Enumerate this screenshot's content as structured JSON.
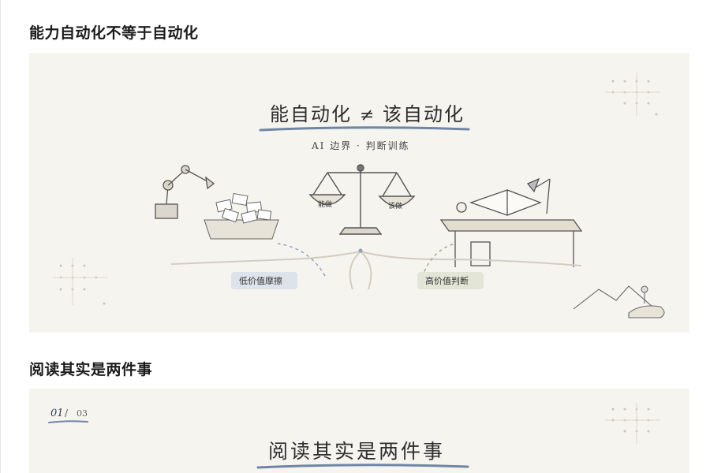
{
  "sections": [
    {
      "heading": "能力自动化不等于自动化",
      "illustration": {
        "title_left": "能自动化",
        "neq": "≠",
        "title_right": "该自动化",
        "subtitle": "AI 边界 · 判断训练",
        "scale_left_label": "能做",
        "scale_right_label": "该做",
        "left_path_label": "低价值摩擦",
        "right_path_label": "高价值判断"
      }
    },
    {
      "heading": "阅读其实是两件事",
      "illustration": {
        "page_current": "01",
        "page_sep": " / ",
        "page_total": "03",
        "title": "阅读其实是两件事"
      }
    }
  ],
  "colors": {
    "card_bg": "#f6f4ef",
    "ink": "#3a3a3a",
    "accent_blue": "#6f86a6",
    "tag_blue": "#dde3ea",
    "tag_green": "#e3e6d6"
  }
}
